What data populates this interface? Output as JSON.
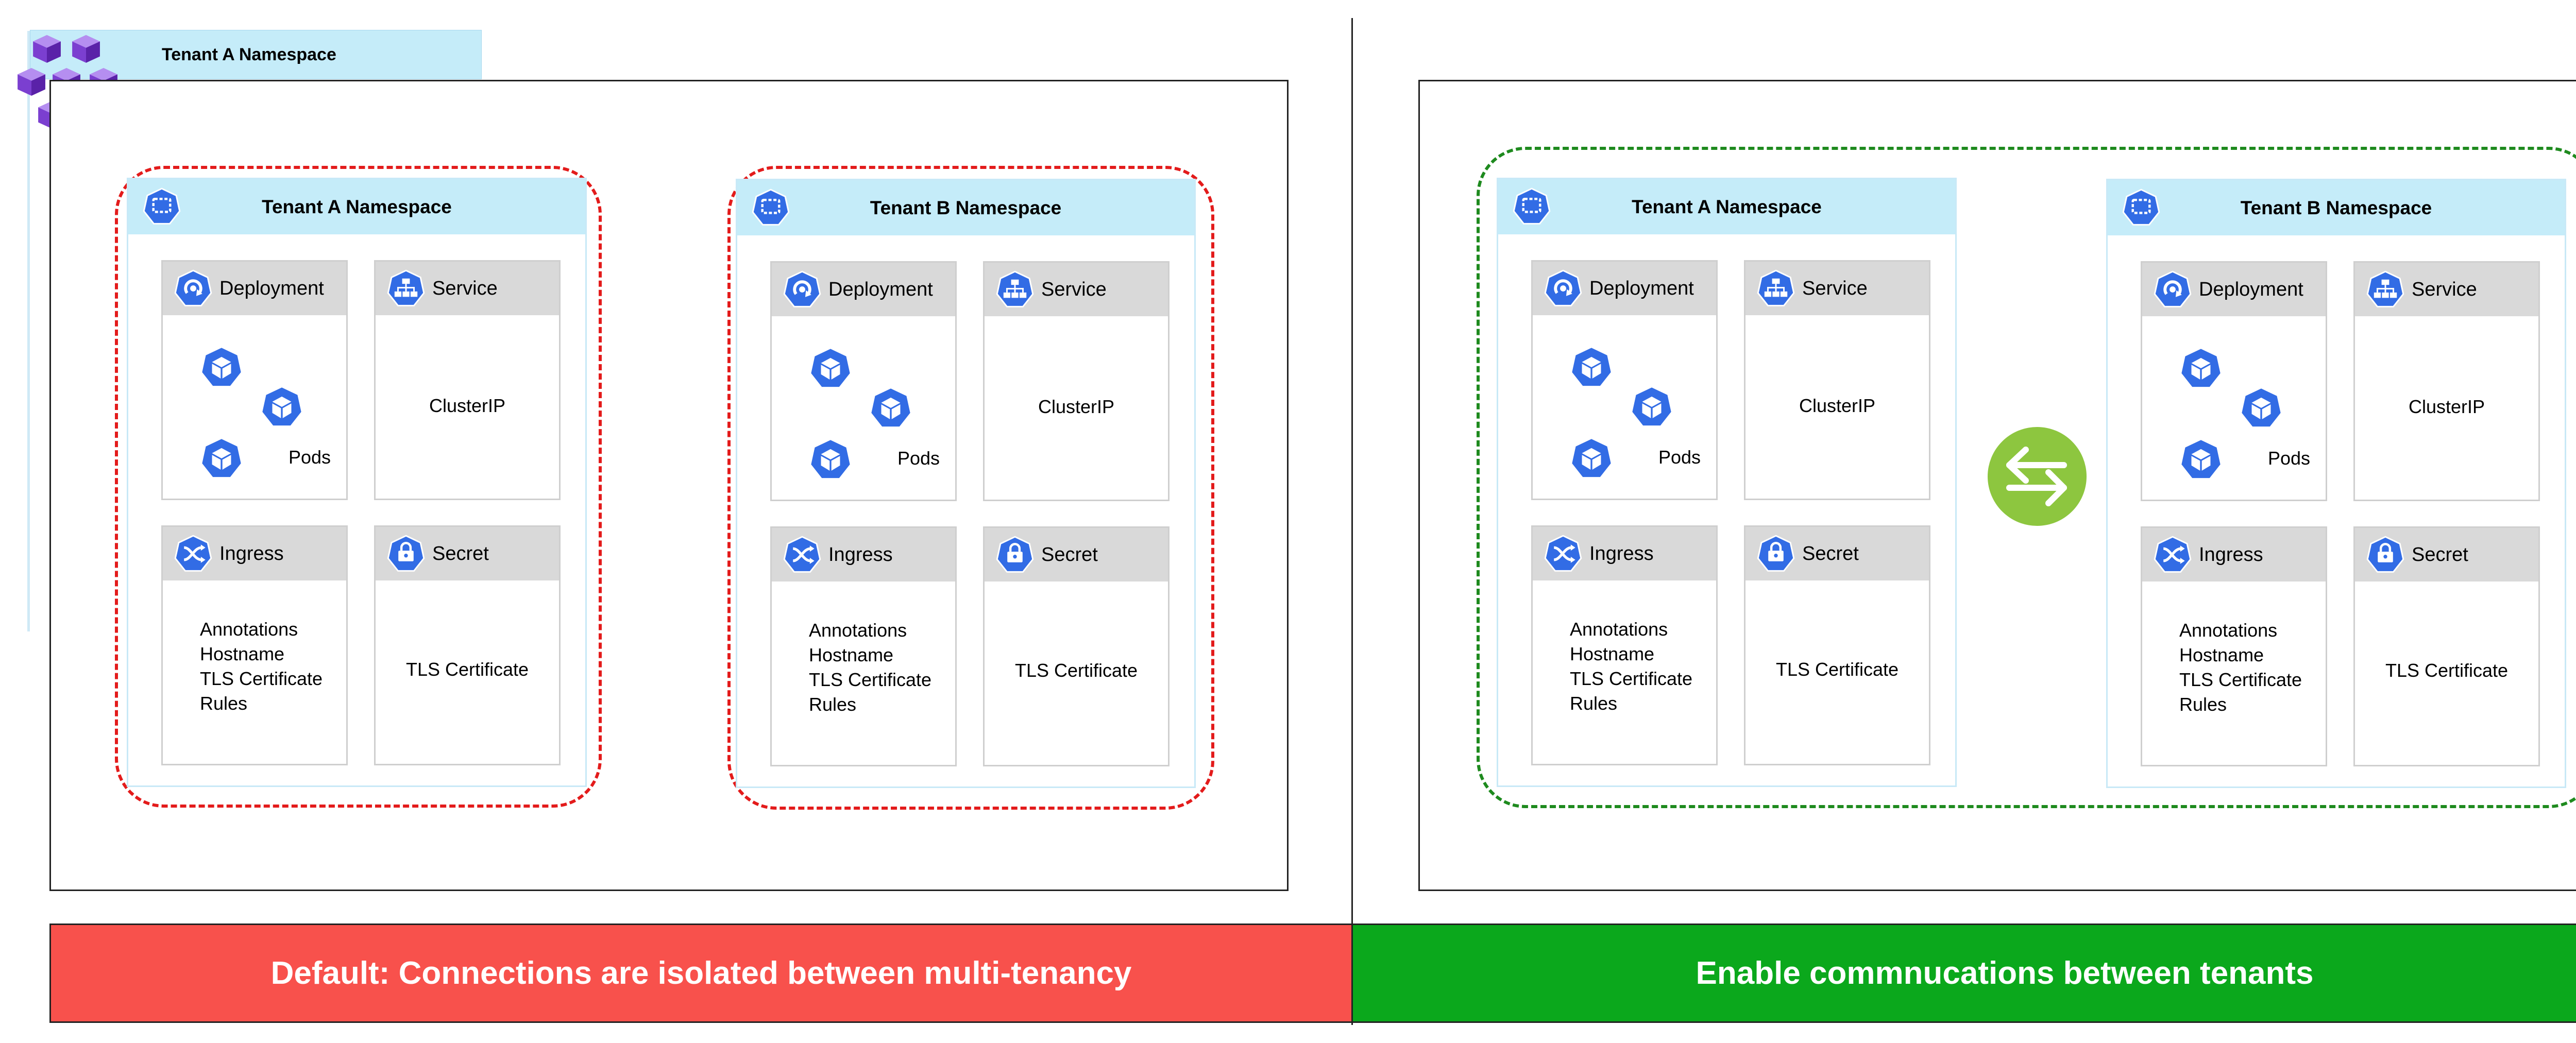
{
  "header": {
    "title": "Tenant A Namespace"
  },
  "left": {
    "namespaces": [
      {
        "title": "Tenant A Namespace",
        "deployment": {
          "label": "Deployment",
          "pods_label": "Pods"
        },
        "service": {
          "label": "Service",
          "type": "ClusterIP"
        },
        "ingress": {
          "label": "Ingress",
          "lines": [
            "Annotations",
            "Hostname",
            "TLS Certificate",
            "Rules"
          ]
        },
        "secret": {
          "label": "Secret",
          "content": "TLS Certificate"
        }
      },
      {
        "title": "Tenant B Namespace",
        "deployment": {
          "label": "Deployment",
          "pods_label": "Pods"
        },
        "service": {
          "label": "Service",
          "type": "ClusterIP"
        },
        "ingress": {
          "label": "Ingress",
          "lines": [
            "Annotations",
            "Hostname",
            "TLS Certificate",
            "Rules"
          ]
        },
        "secret": {
          "label": "Secret",
          "content": "TLS Certificate"
        }
      }
    ],
    "banner": "Default: Connections are isolated between multi-tenancy"
  },
  "right": {
    "namespaces": [
      {
        "title": "Tenant A Namespace",
        "deployment": {
          "label": "Deployment",
          "pods_label": "Pods"
        },
        "service": {
          "label": "Service",
          "type": "ClusterIP"
        },
        "ingress": {
          "label": "Ingress",
          "lines": [
            "Annotations",
            "Hostname",
            "TLS Certificate",
            "Rules"
          ]
        },
        "secret": {
          "label": "Secret",
          "content": "TLS Certificate"
        }
      },
      {
        "title": "Tenant B Namespace",
        "deployment": {
          "label": "Deployment",
          "pods_label": "Pods"
        },
        "service": {
          "label": "Service",
          "type": "ClusterIP"
        },
        "ingress": {
          "label": "Ingress",
          "lines": [
            "Annotations",
            "Hostname",
            "TLS Certificate",
            "Rules"
          ]
        },
        "secret": {
          "label": "Secret",
          "content": "TLS Certificate"
        }
      }
    ],
    "banner": "Enable commnucations between tenants"
  },
  "colors": {
    "isolated_border": "#e31b1b",
    "connected_border": "#1e8a1e",
    "banner_red": "#f8514c",
    "banner_green": "#0ba81c",
    "namespace_header": "#c5ecf9",
    "card_header": "#d9d9d9",
    "kubernetes_blue": "#326ce5",
    "exchange_green": "#8dc63f"
  },
  "icons": {
    "logo": "cube-cluster-icon",
    "namespace": "namespace-icon",
    "deployment": "deployment-icon",
    "service": "service-icon",
    "ingress": "ingress-icon",
    "secret": "secret-icon",
    "pod": "pod-icon",
    "exchange": "bidirectional-arrows-icon"
  }
}
